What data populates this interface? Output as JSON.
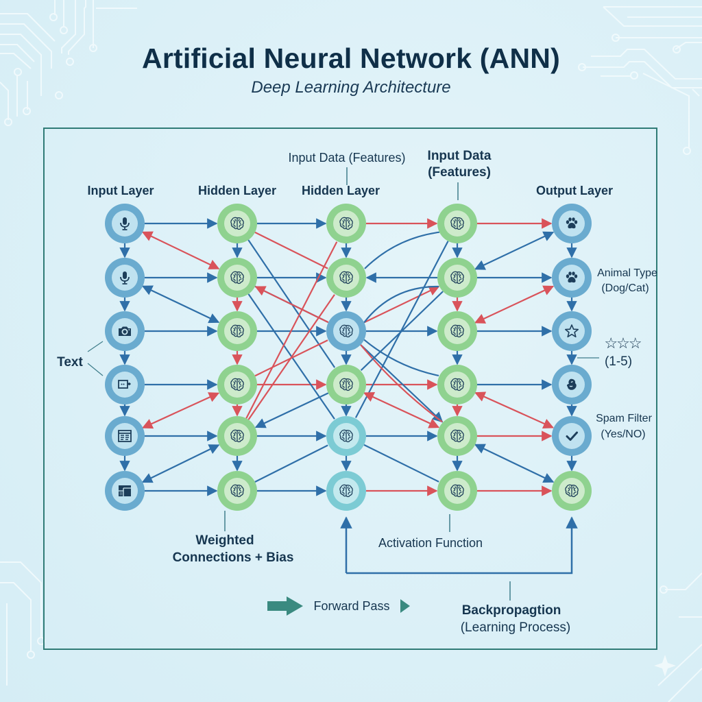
{
  "header": {
    "title": "Artificial Neural Network (ANN)",
    "subtitle": "Deep Learning Architecture"
  },
  "layers": [
    {
      "label": "Input Layer",
      "kind": "input"
    },
    {
      "label": "Hidden Layer",
      "kind": "hidden"
    },
    {
      "label": "Hidden Layer",
      "kind": "hidden"
    },
    {
      "label": "Input Data (Features)",
      "kind": "hidden"
    },
    {
      "label": "Output Layer",
      "kind": "output"
    }
  ],
  "annotations": {
    "top_features_label": "Input Data (Features)",
    "text_label": "Text",
    "animal_type": "Animal Type",
    "animal_type_sub": "(Dog/Cat)",
    "rating_stars": "☆☆☆",
    "rating_range": "(1-5)",
    "spam_filter": "Spam Filter",
    "spam_filter_sub": "(Yes/NO)",
    "weighted_line1": "Weighted",
    "weighted_line2": "Connections + Bias",
    "activation": "Activation Function",
    "backprop_line1": "Backpropagtion",
    "backprop_line2": "(Learning Process)"
  },
  "legend": {
    "forward_pass": "Forward Pass"
  },
  "network": {
    "columns": [
      {
        "nodes": [
          {
            "icon": "microphone-icon",
            "style": "blue"
          },
          {
            "icon": "microphone-icon",
            "style": "blue"
          },
          {
            "icon": "camera-icon",
            "style": "blue"
          },
          {
            "icon": "text-box-icon",
            "style": "blue"
          },
          {
            "icon": "document-icon",
            "style": "blue"
          },
          {
            "icon": "window-icon",
            "style": "blue"
          }
        ]
      },
      {
        "nodes": [
          {
            "icon": "brain-icon",
            "style": "green"
          },
          {
            "icon": "brain-icon",
            "style": "green"
          },
          {
            "icon": "brain-icon",
            "style": "green"
          },
          {
            "icon": "brain-icon",
            "style": "green"
          },
          {
            "icon": "brain-icon",
            "style": "green"
          },
          {
            "icon": "brain-icon",
            "style": "green"
          }
        ]
      },
      {
        "nodes": [
          {
            "icon": "brain-icon",
            "style": "green"
          },
          {
            "icon": "brain-icon",
            "style": "green"
          },
          {
            "icon": "brain-icon",
            "style": "blue"
          },
          {
            "icon": "brain-icon",
            "style": "green"
          },
          {
            "icon": "brain-icon",
            "style": "teal"
          },
          {
            "icon": "brain-icon",
            "style": "teal"
          }
        ]
      },
      {
        "nodes": [
          {
            "icon": "brain-icon",
            "style": "green"
          },
          {
            "icon": "brain-icon",
            "style": "green"
          },
          {
            "icon": "brain-icon",
            "style": "green"
          },
          {
            "icon": "brain-icon",
            "style": "green"
          },
          {
            "icon": "brain-icon",
            "style": "green"
          },
          {
            "icon": "brain-icon",
            "style": "green"
          }
        ]
      },
      {
        "nodes": [
          {
            "icon": "paw-icon",
            "style": "blue"
          },
          {
            "icon": "paw-icon",
            "style": "blue"
          },
          {
            "icon": "star-icon",
            "style": "blue"
          },
          {
            "icon": "fetus-icon",
            "style": "blue"
          },
          {
            "icon": "checkmark-icon",
            "style": "blue"
          },
          {
            "icon": "brain-icon",
            "style": "green"
          }
        ]
      }
    ],
    "edges": [
      {
        "from": [
          0,
          0
        ],
        "to": [
          1,
          0
        ],
        "color": "blue",
        "dir": "fwd"
      },
      {
        "from": [
          0,
          1
        ],
        "to": [
          1,
          1
        ],
        "color": "blue",
        "dir": "fwd"
      },
      {
        "from": [
          0,
          2
        ],
        "to": [
          1,
          2
        ],
        "color": "blue",
        "dir": "fwd"
      },
      {
        "from": [
          0,
          3
        ],
        "to": [
          1,
          3
        ],
        "color": "blue",
        "dir": "fwd"
      },
      {
        "from": [
          0,
          4
        ],
        "to": [
          1,
          4
        ],
        "color": "blue",
        "dir": "fwd"
      },
      {
        "from": [
          0,
          5
        ],
        "to": [
          1,
          5
        ],
        "color": "blue",
        "dir": "fwd"
      },
      {
        "from": [
          0,
          0
        ],
        "to": [
          1,
          1
        ],
        "color": "red",
        "dir": "both"
      },
      {
        "from": [
          0,
          1
        ],
        "to": [
          1,
          2
        ],
        "color": "blue",
        "dir": "both"
      },
      {
        "from": [
          0,
          4
        ],
        "to": [
          1,
          3
        ],
        "color": "red",
        "dir": "both"
      },
      {
        "from": [
          0,
          5
        ],
        "to": [
          1,
          4
        ],
        "color": "blue",
        "dir": "both"
      },
      {
        "from": [
          1,
          0
        ],
        "to": [
          2,
          0
        ],
        "color": "blue",
        "dir": "fwd"
      },
      {
        "from": [
          1,
          1
        ],
        "to": [
          2,
          1
        ],
        "color": "blue",
        "dir": "fwd"
      },
      {
        "from": [
          1,
          2
        ],
        "to": [
          2,
          2
        ],
        "color": "blue",
        "dir": "fwd"
      },
      {
        "from": [
          1,
          3
        ],
        "to": [
          2,
          3
        ],
        "color": "red",
        "dir": "fwd"
      },
      {
        "from": [
          1,
          4
        ],
        "to": [
          2,
          4
        ],
        "color": "blue",
        "dir": "fwd"
      },
      {
        "from": [
          1,
          5
        ],
        "to": [
          2,
          5
        ],
        "color": "blue",
        "dir": "fwd"
      },
      {
        "from": [
          1,
          0
        ],
        "to": [
          2,
          1
        ],
        "color": "red",
        "dir": "none"
      },
      {
        "from": [
          1,
          0
        ],
        "to": [
          2,
          3
        ],
        "color": "blue",
        "dir": "none"
      },
      {
        "from": [
          1,
          1
        ],
        "to": [
          2,
          2
        ],
        "color": "blue",
        "dir": "none"
      },
      {
        "from": [
          2,
          2
        ],
        "to": [
          1,
          1
        ],
        "color": "red",
        "dir": "fwd"
      },
      {
        "from": [
          1,
          1
        ],
        "to": [
          2,
          4
        ],
        "color": "blue",
        "dir": "none"
      },
      {
        "from": [
          1,
          3
        ],
        "to": [
          2,
          2
        ],
        "color": "red",
        "dir": "none"
      },
      {
        "from": [
          1,
          4
        ],
        "to": [
          2,
          1
        ],
        "color": "red",
        "dir": "none"
      },
      {
        "from": [
          1,
          4
        ],
        "to": [
          2,
          0
        ],
        "color": "red",
        "dir": "none"
      },
      {
        "from": [
          2,
          3
        ],
        "to": [
          1,
          4
        ],
        "color": "blue",
        "dir": "fwd"
      },
      {
        "from": [
          1,
          5
        ],
        "to": [
          2,
          4
        ],
        "color": "blue",
        "dir": "none"
      },
      {
        "from": [
          2,
          0
        ],
        "to": [
          3,
          0
        ],
        "color": "red",
        "dir": "fwd"
      },
      {
        "from": [
          3,
          1
        ],
        "to": [
          2,
          1
        ],
        "color": "blue",
        "dir": "fwd"
      },
      {
        "from": [
          2,
          2
        ],
        "to": [
          3,
          2
        ],
        "color": "blue",
        "dir": "fwd"
      },
      {
        "from": [
          2,
          3
        ],
        "to": [
          3,
          3
        ],
        "color": "red",
        "dir": "fwd"
      },
      {
        "from": [
          2,
          4
        ],
        "to": [
          3,
          4
        ],
        "color": "blue",
        "dir": "fwd"
      },
      {
        "from": [
          2,
          5
        ],
        "to": [
          3,
          5
        ],
        "color": "red",
        "dir": "fwd"
      },
      {
        "from": [
          2,
          2
        ],
        "to": [
          3,
          1
        ],
        "color": "red",
        "dir": "fwd"
      },
      {
        "from": [
          2,
          2
        ],
        "to": [
          3,
          1
        ],
        "color": "blue",
        "dir": "none",
        "curve": -30
      },
      {
        "from": [
          3,
          0
        ],
        "to": [
          2,
          1
        ],
        "color": "blue",
        "dir": "none",
        "curve": 20
      },
      {
        "from": [
          3,
          0
        ],
        "to": [
          2,
          4
        ],
        "color": "blue",
        "dir": "none"
      },
      {
        "from": [
          2,
          2
        ],
        "to": [
          3,
          3
        ],
        "color": "blue",
        "dir": "none",
        "curve": 15
      },
      {
        "from": [
          2,
          2
        ],
        "to": [
          3,
          4
        ],
        "color": "blue",
        "dir": "fwd"
      },
      {
        "from": [
          2,
          2
        ],
        "to": [
          3,
          4
        ],
        "color": "red",
        "dir": "none",
        "curve": 10
      },
      {
        "from": [
          2,
          3
        ],
        "to": [
          3,
          4
        ],
        "color": "red",
        "dir": "both"
      },
      {
        "from": [
          2,
          4
        ],
        "to": [
          3,
          5
        ],
        "color": "blue",
        "dir": "none"
      },
      {
        "from": [
          3,
          1
        ],
        "to": [
          2,
          3
        ],
        "color": "blue",
        "dir": "none"
      },
      {
        "from": [
          3,
          0
        ],
        "to": [
          4,
          0
        ],
        "color": "red",
        "dir": "fwd"
      },
      {
        "from": [
          3,
          1
        ],
        "to": [
          4,
          1
        ],
        "color": "blue",
        "dir": "fwd"
      },
      {
        "from": [
          3,
          2
        ],
        "to": [
          4,
          2
        ],
        "color": "blue",
        "dir": "fwd"
      },
      {
        "from": [
          3,
          3
        ],
        "to": [
          4,
          3
        ],
        "color": "blue",
        "dir": "fwd"
      },
      {
        "from": [
          3,
          4
        ],
        "to": [
          4,
          4
        ],
        "color": "red",
        "dir": "fwd"
      },
      {
        "from": [
          3,
          5
        ],
        "to": [
          4,
          5
        ],
        "color": "red",
        "dir": "fwd"
      },
      {
        "from": [
          3,
          1
        ],
        "to": [
          4,
          0
        ],
        "color": "blue",
        "dir": "both"
      },
      {
        "from": [
          3,
          2
        ],
        "to": [
          4,
          1
        ],
        "color": "red",
        "dir": "both"
      },
      {
        "from": [
          3,
          3
        ],
        "to": [
          4,
          4
        ],
        "color": "red",
        "dir": "both"
      },
      {
        "from": [
          3,
          4
        ],
        "to": [
          4,
          5
        ],
        "color": "blue",
        "dir": "both"
      }
    ]
  },
  "colors": {
    "blue_edge": "#2f6fa8",
    "red_edge": "#d9535a",
    "node_blue_outer": "#6aabcf",
    "node_blue_inner": "#bfe2f0",
    "node_green_outer": "#8fd28f",
    "node_green_inner": "#cdebcb",
    "node_teal_outer": "#7ccbd4",
    "node_teal_inner": "#c3e9ee",
    "frame": "#2f7b76",
    "icon": "#1d3e5a",
    "legend_arrow": "#3a8a80"
  }
}
